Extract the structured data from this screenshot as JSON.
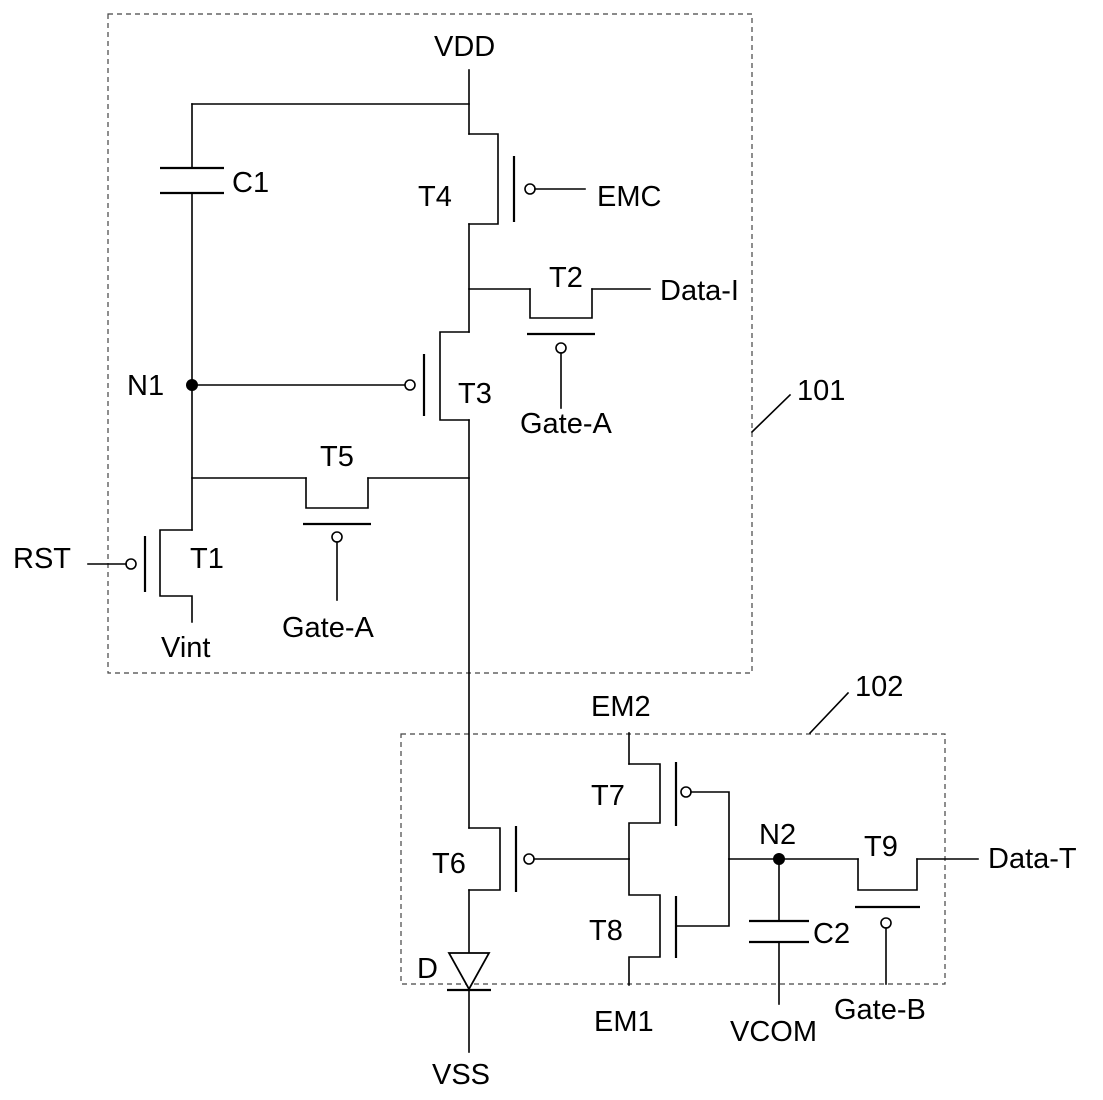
{
  "blocks": {
    "block_101": "101",
    "block_102": "102"
  },
  "nodes": {
    "vdd": "VDD",
    "vss": "VSS",
    "n1": "N1",
    "n2": "N2",
    "vint": "Vint",
    "vcom": "VCOM"
  },
  "transistors": {
    "t1": "T1",
    "t2": "T2",
    "t3": "T3",
    "t4": "T4",
    "t5": "T5",
    "t6": "T6",
    "t7": "T7",
    "t8": "T8",
    "t9": "T9"
  },
  "capacitors": {
    "c1": "C1",
    "c2": "C2"
  },
  "diode": "D",
  "signals": {
    "emc": "EMC",
    "data_i": "Data-I",
    "gate_a_t2": "Gate-A",
    "gate_a_t5": "Gate-A",
    "rst": "RST",
    "em2": "EM2",
    "em1": "EM1",
    "data_t": "Data-T",
    "gate_b": "Gate-B"
  }
}
